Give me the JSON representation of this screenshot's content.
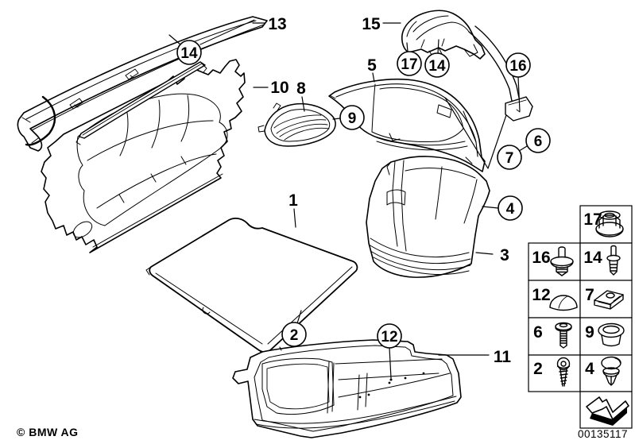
{
  "page": {
    "copyright": "© BMW AG",
    "image_number": "00135117",
    "background_color": "#ffffff",
    "line_color": "#000000"
  },
  "callouts": {
    "n1": "1",
    "n2": "2",
    "n3": "3",
    "n4": "4",
    "n5": "5",
    "n6": "6",
    "n7": "7",
    "n8": "8",
    "n9": "9",
    "n10": "10",
    "n11": "11",
    "n12": "12",
    "n13": "13",
    "n14": "14",
    "n15": "15",
    "n16": "16",
    "n17": "17"
  },
  "legend": {
    "items": [
      {
        "number": "17",
        "icon": "flange-nut"
      },
      {
        "number": "16",
        "icon": "expanding-rivet"
      },
      {
        "number": "14",
        "icon": "blind-rivet"
      },
      {
        "number": "12",
        "icon": "dome-cap"
      },
      {
        "number": "7",
        "icon": "speed-nut-clip"
      },
      {
        "number": "6",
        "icon": "pan-head-screw"
      },
      {
        "number": "9",
        "icon": "oval-grommet"
      },
      {
        "number": "2",
        "icon": "tapping-screw"
      },
      {
        "number": "4",
        "icon": "expansion-clip"
      }
    ],
    "arrow_icon": "direction-of-travel-arrow"
  }
}
